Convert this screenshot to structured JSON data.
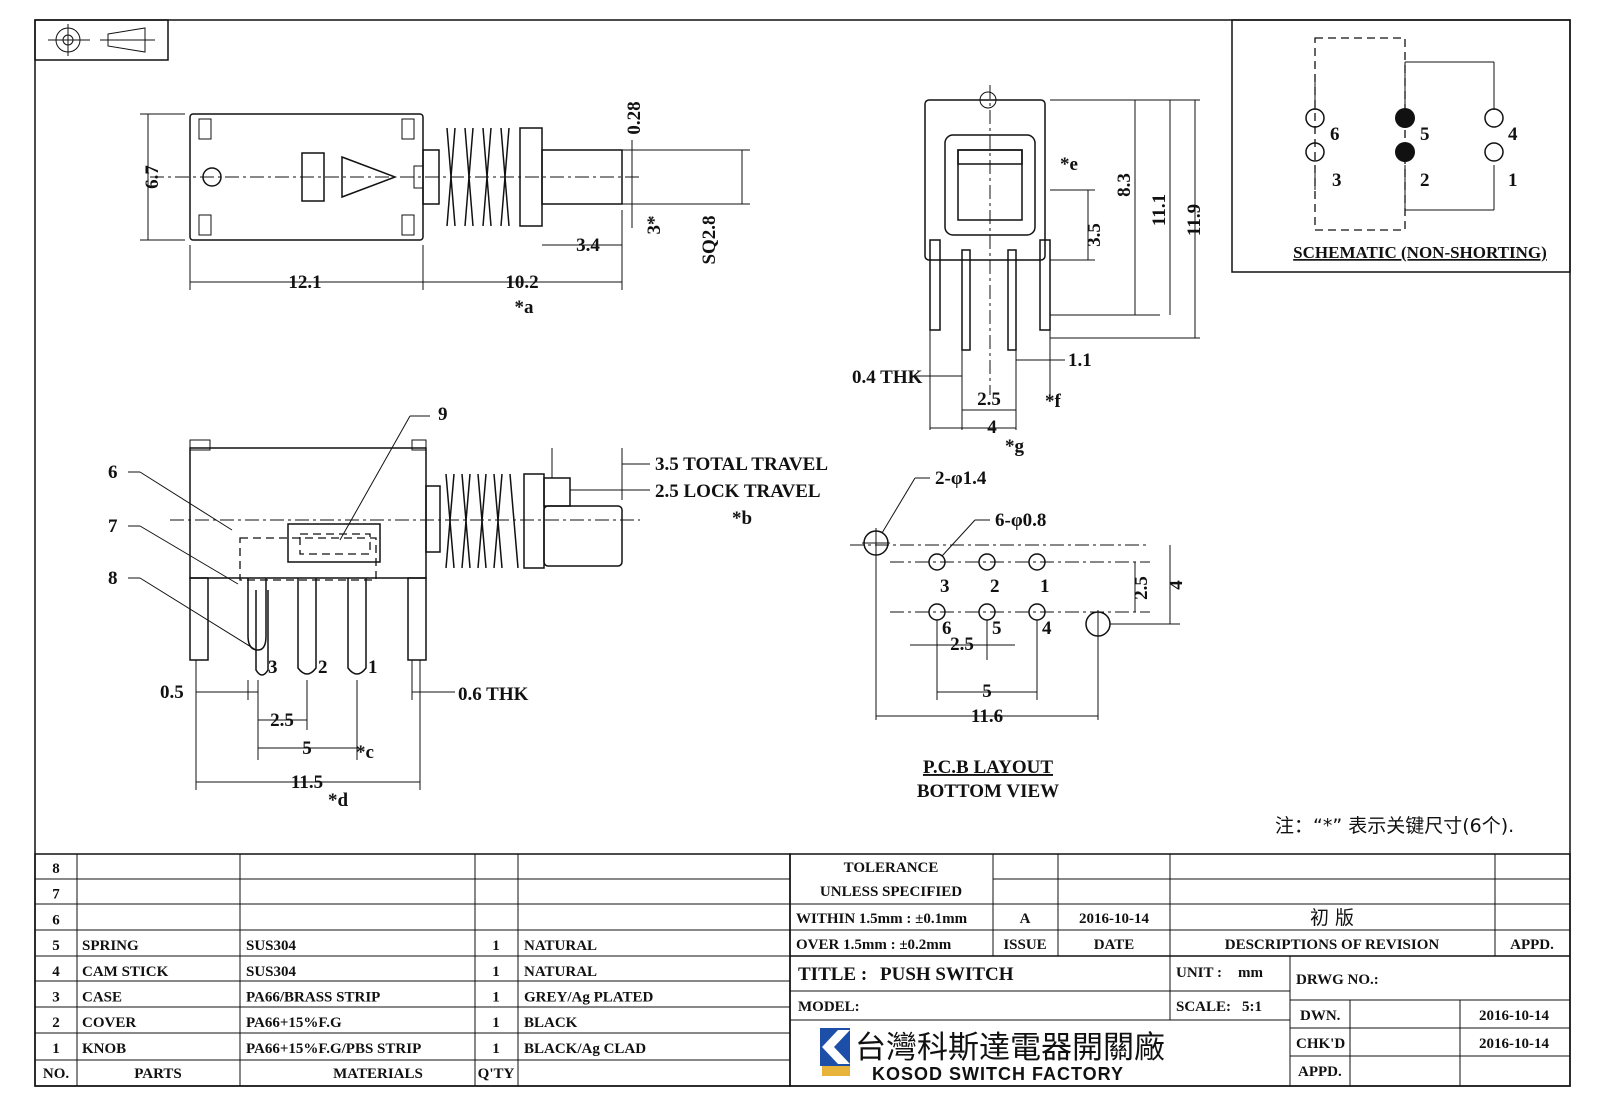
{
  "top_view": {
    "dim_height": "6.7",
    "dim_offset": "0.28",
    "dim_body": "12.1",
    "dim_plunger": "10.2",
    "mark_a": "*a",
    "dim_knob": "3.4",
    "dim_knob_h": "3*",
    "dim_sq": "SQ2.8"
  },
  "side_view": {
    "dim_e": "*e",
    "dim_83": "8.3",
    "dim_35": "3.5",
    "dim_111": "11.1",
    "dim_119": "11.9",
    "dim_thk": "0.4 THK",
    "dim_11": "1.1",
    "dim_25": "2.5",
    "mark_f": "*f",
    "dim_4": "4",
    "mark_g": "*g"
  },
  "schematic": {
    "pins_left": [
      "6",
      "3"
    ],
    "pins_mid": [
      "5",
      "2"
    ],
    "pins_right": [
      "4",
      "1"
    ],
    "title": "SCHEMATIC (NON-SHORTING)"
  },
  "front_view": {
    "callouts": [
      "6",
      "7",
      "8",
      "9"
    ],
    "total_travel": "3.5 TOTAL TRAVEL",
    "lock_travel": "2.5 LOCK TRAVEL",
    "mark_b": "*b",
    "pins": [
      "3",
      "2",
      "1"
    ],
    "dim_05": "0.5",
    "dim_06thk": "0.6 THK",
    "dim_25": "2.5",
    "dim_5": "5",
    "mark_c": "*c",
    "dim_115": "11.5",
    "mark_d": "*d"
  },
  "pcb": {
    "hole_big": "2-φ1.4",
    "hole_small": "6-φ0.8",
    "row_top": [
      "3",
      "2",
      "1"
    ],
    "row_bottom": [
      "6",
      "5",
      "4"
    ],
    "dim_25v": "2.5",
    "dim_4v": "4",
    "dim_25h": "2.5",
    "dim_5": "5",
    "dim_116": "11.6",
    "title_line1": "P.C.B LAYOUT",
    "title_line2": "BOTTOM VIEW"
  },
  "note": "注：“*” 表示关键尺寸(6个).",
  "bom": {
    "rows": [
      {
        "no": "8",
        "part": "",
        "material": "",
        "qty": "",
        "finish": ""
      },
      {
        "no": "7",
        "part": "",
        "material": "",
        "qty": "",
        "finish": ""
      },
      {
        "no": "6",
        "part": "",
        "material": "",
        "qty": "",
        "finish": ""
      },
      {
        "no": "5",
        "part": "SPRING",
        "material": "SUS304",
        "qty": "1",
        "finish": "NATURAL"
      },
      {
        "no": "4",
        "part": "CAM STICK",
        "material": "SUS304",
        "qty": "1",
        "finish": "NATURAL"
      },
      {
        "no": "3",
        "part": "CASE",
        "material": "PA66/BRASS STRIP",
        "qty": "1",
        "finish": "GREY/Ag PLATED"
      },
      {
        "no": "2",
        "part": "COVER",
        "material": "PA66+15%F.G",
        "qty": "1",
        "finish": "BLACK"
      },
      {
        "no": "1",
        "part": "KNOB",
        "material": "PA66+15%F.G/PBS STRIP",
        "qty": "1",
        "finish": "BLACK/Ag CLAD"
      }
    ],
    "headers": {
      "no": "NO.",
      "part": "PARTS",
      "material": "MATERIALS",
      "qty": "Q'TY"
    }
  },
  "title_block": {
    "tolerance_l1": "TOLERANCE",
    "tolerance_l2": "UNLESS  SPECIFIED",
    "within": "WITHIN 1.5mm : ±0.1mm",
    "over": "OVER 1.5mm : ±0.2mm",
    "issue_val": "A",
    "date_val": "2016-10-14",
    "desc_val": "初 版",
    "issue_hdr": "ISSUE",
    "date_hdr": "DATE",
    "desc_hdr": "DESCRIPTIONS OF REVISION",
    "appd_hdr": "APPD.",
    "title_label": "TITLE :",
    "title_value": "PUSH SWITCH",
    "unit_label": "UNIT :",
    "unit_value": "mm",
    "drwg_no": "DRWG NO.:",
    "model_label": "MODEL:",
    "scale_label": "SCALE:",
    "scale_value": "5:1",
    "company_cn": "台灣科斯達電器開關廠",
    "company_en": "KOSOD SWITCH FACTORY",
    "dwn_label": "DWN.",
    "dwn_date": "2016-10-14",
    "chkd_label": "CHK'D",
    "chkd_date": "2016-10-14",
    "appd_label": "APPD."
  }
}
